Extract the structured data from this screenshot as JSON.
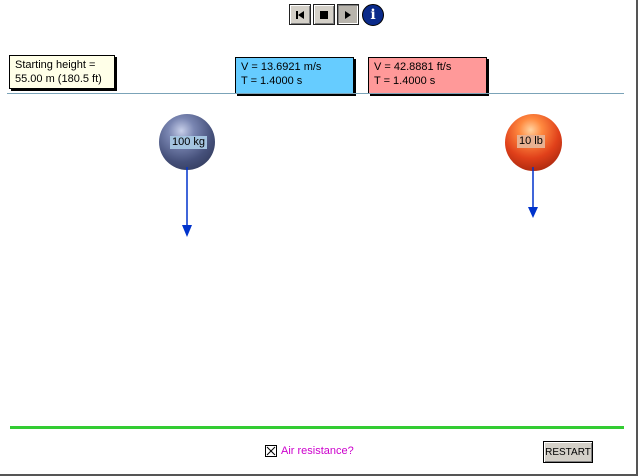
{
  "toolbar": {
    "buttons": [
      {
        "icon": "skip-back-icon"
      },
      {
        "icon": "stop-icon"
      },
      {
        "icon": "play-icon",
        "pressed": true
      },
      {
        "icon": "info-icon"
      }
    ]
  },
  "height_box": {
    "line1": "Starting height =",
    "line2": "55.00 m (180.5 ft)"
  },
  "blue_ball_box": {
    "v": "V =  13.6921 m/s",
    "t": "T =  1.4000 s",
    "color": "#66ccff"
  },
  "red_ball_box": {
    "v": "V =  42.8881 ft/s",
    "t": "T =  1.4000 s",
    "color": "#ff9999"
  },
  "balls": {
    "blue_label": "100 kg",
    "red_label": "10 lb"
  },
  "controls": {
    "air_resistance_label": "Air resistance?",
    "air_resistance_checked": true,
    "restart_label": "RESTART"
  },
  "colors": {
    "ground_line": "#7ba3b8",
    "green_line": "#33cc33",
    "vector_arrow": "#0033cc",
    "air_label": "#cc00cc"
  }
}
